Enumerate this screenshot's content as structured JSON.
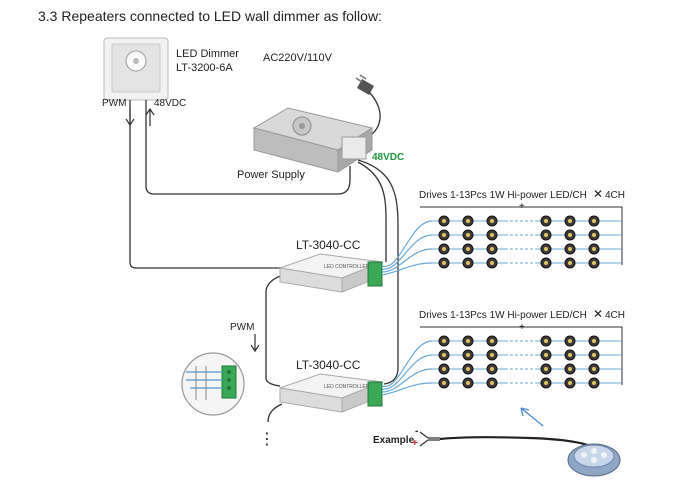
{
  "heading": "3.3 Repeaters connected to LED wall dimmer as follow:",
  "dimmer": {
    "name": "LED Dimmer",
    "model": "LT-3200-6A"
  },
  "labels": {
    "pwm_top": "PWM",
    "vdc_top": "48VDC",
    "ac_input": "AC220V/110V",
    "power_supply": "Power Supply",
    "psu_output": "48VDC",
    "pwm_mid": "PWM",
    "example": "Example",
    "minus": "-",
    "plus": "+",
    "ellipsis": "⋮"
  },
  "repeaters": [
    {
      "model": "LT-3040-CC",
      "case_text": "LED CONTROLLER"
    },
    {
      "model": "LT-3040-CC",
      "case_text": "LED CONTROLLER"
    }
  ],
  "arrays": [
    {
      "caption": "Drives 1-13Pcs 1W Hi-power LED/CH",
      "times": "✕",
      "channels": "4CH",
      "plus": "+"
    },
    {
      "caption": "Drives 1-13Pcs 1W Hi-power LED/CH",
      "times": "✕",
      "channels": "4CH",
      "plus": "+"
    }
  ],
  "colors": {
    "accent_green": "#1e9a3c",
    "wire": "#333333",
    "led_wire": "#6aa8d8"
  }
}
